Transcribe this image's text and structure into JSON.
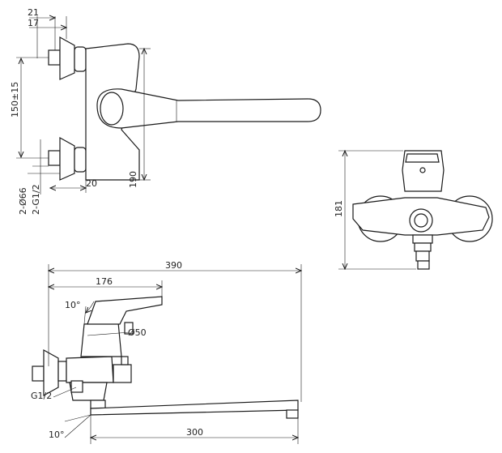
{
  "dimensions": {
    "top_21": "21",
    "top_17": "17",
    "vertical_150": "150±15",
    "dia_66": "2-Ø66",
    "thread_g12_pair": "2-G1/2",
    "offset_20": "20",
    "height_190": "190",
    "side_181": "181",
    "length_390": "390",
    "length_176": "176",
    "angle_10_top": "10°",
    "dia_50": "Ø50",
    "thread_g12": "G1/2",
    "angle_10_bottom": "10°",
    "spout_300": "300"
  }
}
